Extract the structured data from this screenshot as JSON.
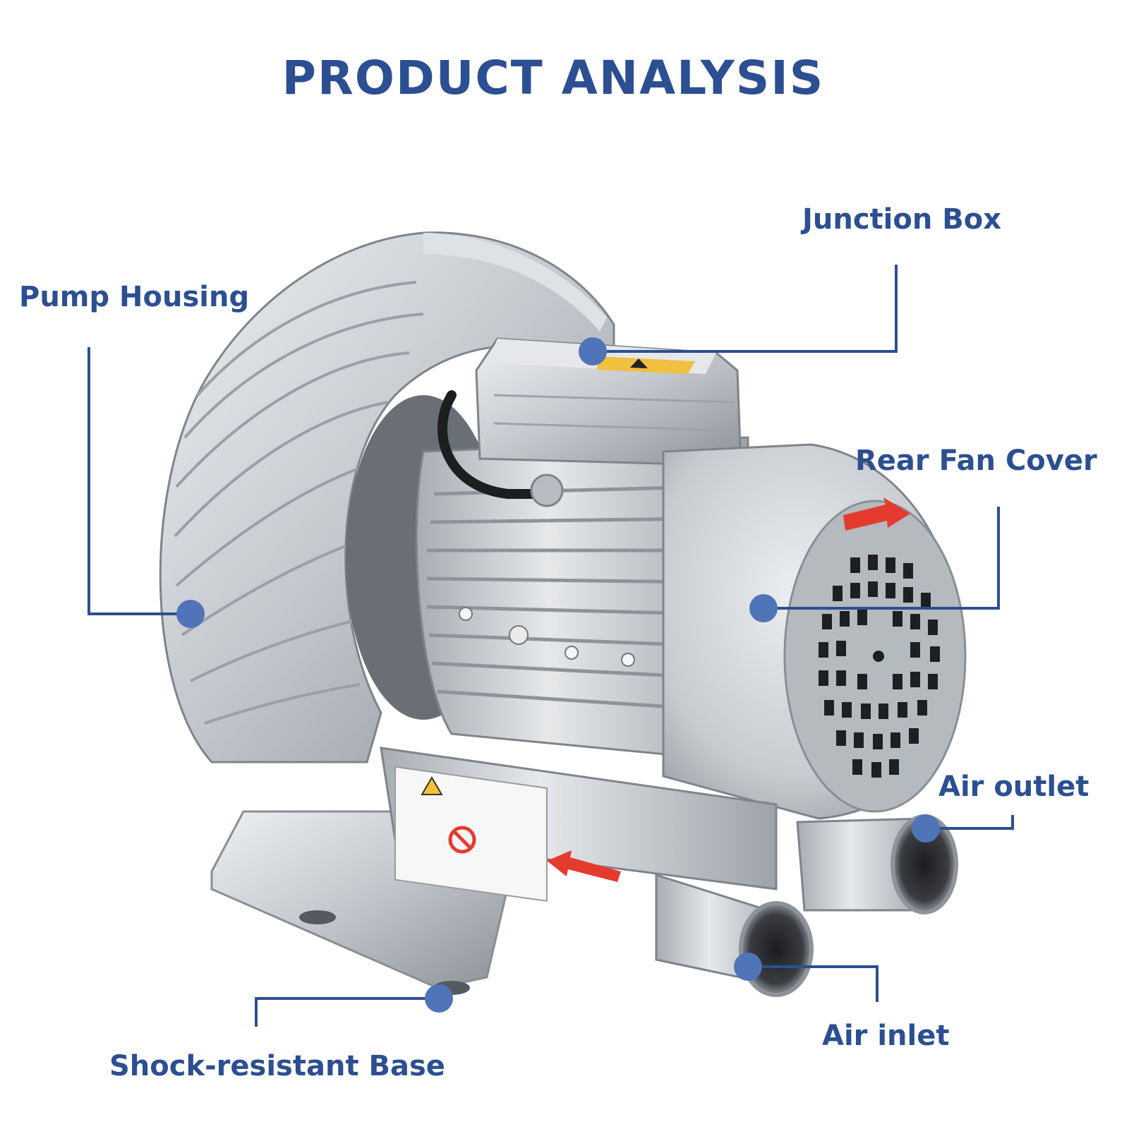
{
  "title": "PRODUCT ANALYSIS",
  "colors": {
    "accent": "#2c4f91",
    "dot": "#4f74b8",
    "metal": "#c9ccd0",
    "arrow": "#e53b2f",
    "label_yellow": "#f2c230"
  },
  "callouts": [
    {
      "id": "pump-housing",
      "label": "Pump Housing"
    },
    {
      "id": "junction-box",
      "label": "Junction Box"
    },
    {
      "id": "rear-fan-cover",
      "label": "Rear Fan Cover"
    },
    {
      "id": "air-outlet",
      "label": "Air outlet"
    },
    {
      "id": "air-inlet",
      "label": "Air inlet"
    },
    {
      "id": "shock-base",
      "label": "Shock-resistant Base"
    }
  ]
}
